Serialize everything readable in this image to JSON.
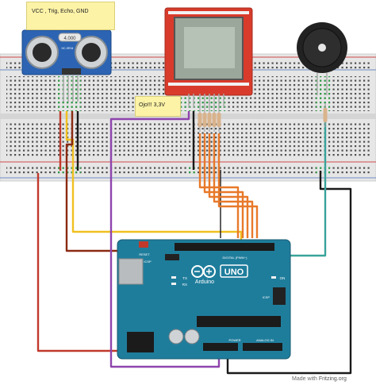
{
  "notes": {
    "sensor_pins": "VCC , Trig, Echo, GND",
    "voltage_warning": "Ojo!!! 3,3V"
  },
  "ultrasonic": {
    "crystal_label": "4.000",
    "model_label": "HC-SR04"
  },
  "arduino": {
    "brand": "Arduino",
    "model": "UNO",
    "reset_label": "RESET",
    "icsp_label": "ICSP",
    "icsp2_label": "ICSP",
    "digital_label": "DIGITAL (PWM~)",
    "power_label": "POWER",
    "analog_label": "ANALOG IN",
    "tx_label": "TX",
    "rx_label": "RX",
    "on_label": "ON"
  },
  "credit": {
    "prefix": "Made with",
    "brand": "Fritzing.org"
  },
  "colors": {
    "breadboard": "#e9e9e9",
    "breadboard_rail_red": "#d04a4a",
    "breadboard_rail_blue": "#6f8fc5",
    "arduino_board": "#1f7d9c",
    "ultrasonic_board": "#2c64b3",
    "lcd_frame": "#d83b2b",
    "lcd_screen": "#9aa79a",
    "buzzer": "#222222",
    "wire_red": "#c0392b",
    "wire_black": "#1a1a1a",
    "wire_yellow": "#f0c020",
    "wire_darkred": "#8b2a12",
    "wire_purple": "#8e44ad",
    "wire_orange": "#e8792a",
    "wire_teal": "#3aa39a"
  }
}
